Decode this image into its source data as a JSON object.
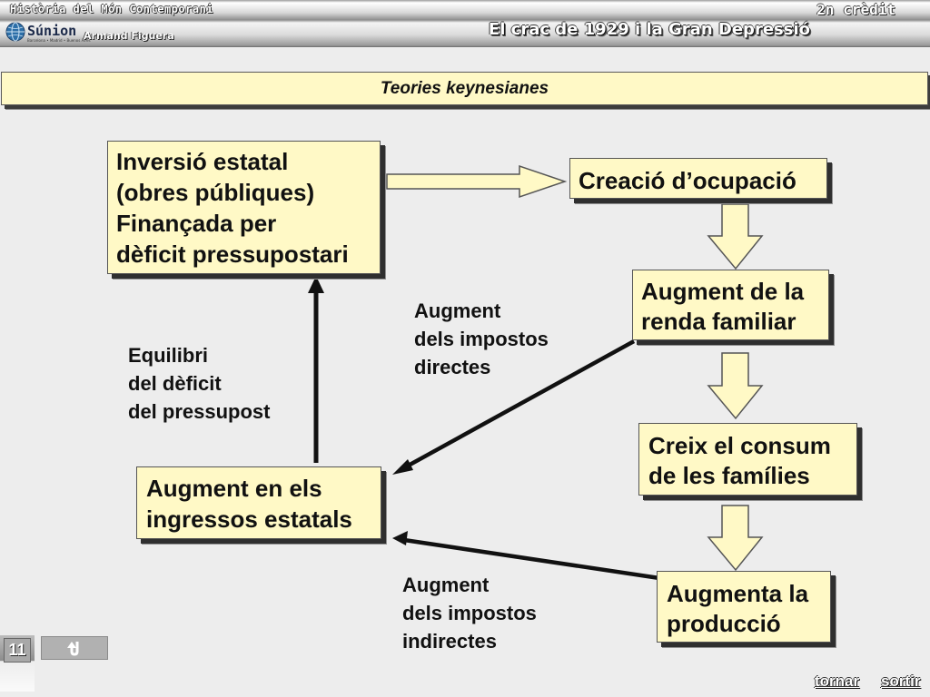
{
  "header": {
    "course": "Història del Món Contemporani",
    "credit": "2n crèdit",
    "publisher": "Súnion",
    "publisher_sub": "Barcelona • Madrid • Buenos Aires",
    "author": "Armand Figuera",
    "unit_title": "El crac de 1929 i la Gran Depressió"
  },
  "banner": {
    "title": "Teories keynesianes"
  },
  "diagram": {
    "boxes": {
      "investment": "Inversió estatal\n(obres públiques)\nFinançada per\ndèficit pressupostari",
      "employment": "Creació d’ocupació",
      "income": "Augment de la\nrenda familiar",
      "consumption": "Creix el consum\nde les famílies",
      "production": "Augmenta la\nproducció",
      "revenue": "Augment en els\ningressos estatals"
    },
    "labels": {
      "direct_taxes": "Augment\ndels impostos\ndirectes",
      "indirect_taxes": "Augment\ndels impostos\nindirectes",
      "deficit_balance": "Equilibri\ndel dèficit\ndel pressupost"
    }
  },
  "footer": {
    "page_number": "11",
    "back_icon": "return-arrow-icon",
    "nav_back": "tornar",
    "nav_exit": "sortir"
  },
  "colors": {
    "box_fill": "#fff9c6",
    "background": "#ededed",
    "shadow": "#2f2f2f"
  }
}
